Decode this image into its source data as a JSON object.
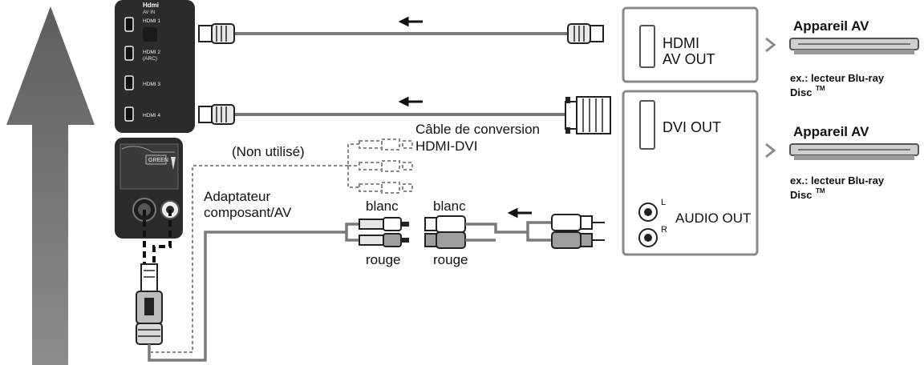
{
  "tv_panel": {
    "logo": "Hdmi",
    "av_in": "AV IN",
    "hdmi1": "HDMI 1",
    "hdmi2": "HDMI 2",
    "hdmi2_arc": "(ARC)",
    "hdmi3": "HDMI 3",
    "hdmi4": "HDMI 4",
    "green": "GREEN"
  },
  "cables": {
    "conversion_line1": "Câble de conversion",
    "conversion_line2": "HDMI-DVI",
    "not_used": "(Non utilisé)",
    "adapter_line1": "Adaptateur",
    "adapter_line2": "composant/AV",
    "white_left": "blanc",
    "white_right": "blanc",
    "red_left": "rouge",
    "red_right": "rouge"
  },
  "device_top": {
    "panel_line1": "HDMI",
    "panel_line2": "AV OUT",
    "title": "Appareil AV",
    "example_line1": "ex.: lecteur Blu-ray",
    "example_line2": "Disc",
    "tm": "TM"
  },
  "device_bottom": {
    "dvi": "DVI OUT",
    "audio_l": "L",
    "audio_r": "R",
    "audio_out": "AUDIO OUT",
    "title": "Appareil AV",
    "example_line1": "ex.: lecteur Blu-ray",
    "example_line2": "Disc",
    "tm": "TM"
  },
  "colors": {
    "arrow": "#707070",
    "panel": "#2b2b2b",
    "cable": "#7a7a7a",
    "box_border": "#8a8a8a"
  }
}
